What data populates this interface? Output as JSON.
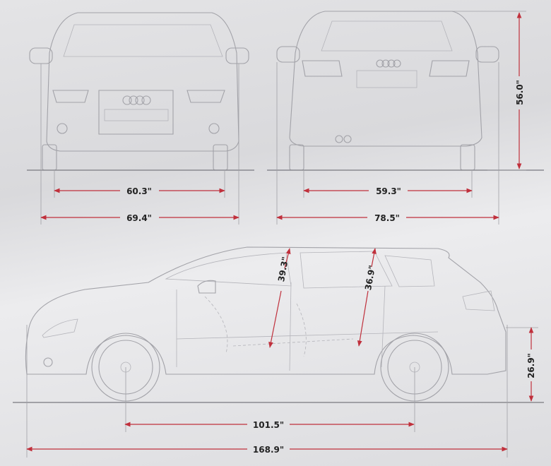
{
  "colors": {
    "dimension_line": "#c0303c",
    "outline": "#a2a2a8",
    "label": "#222222"
  },
  "front_view": {
    "track": "60.3\"",
    "width": "69.4\""
  },
  "rear_view": {
    "track": "59.3\"",
    "width_with_mirrors": "78.5\"",
    "height": "56.0\""
  },
  "side_view": {
    "front_headroom": "39.3\"",
    "rear_headroom": "36.9\"",
    "ground_to_bumper": "26.9\"",
    "wheelbase": "101.5\"",
    "length": "168.9\""
  }
}
